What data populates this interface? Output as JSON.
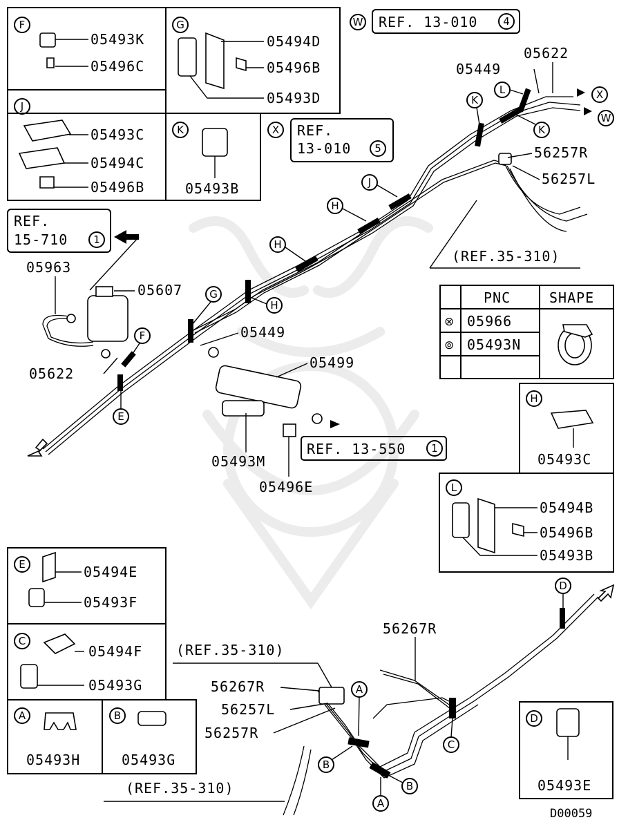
{
  "diagram_code": "D00059",
  "ref_boxes": {
    "w": {
      "marker": "W",
      "line1": "REF. 13-010",
      "circle": "4"
    },
    "x": {
      "marker": "X",
      "line1": "REF.",
      "line2": "13-010",
      "circle": "5"
    },
    "r15": {
      "line1": "REF.",
      "line2": "15-710",
      "circle": "1"
    },
    "r13_550": {
      "line1": "REF. 13-550",
      "circle": "1"
    }
  },
  "ref_35_310": "(REF.35-310)",
  "legend_table": {
    "headers": [
      "PNC",
      "SHAPE"
    ],
    "rows": [
      {
        "symbol": "⊗",
        "pnc": "05966"
      },
      {
        "symbol": "⊚",
        "pnc": "05493N"
      }
    ]
  },
  "inset_boxes": {
    "F": {
      "letter": "F",
      "parts": [
        "05493K",
        "05496C"
      ]
    },
    "G": {
      "letter": "G",
      "parts": [
        "05494D",
        "05496B",
        "05493D"
      ]
    },
    "J": {
      "letter": "J",
      "parts": [
        "05493C",
        "05494C",
        "05496B"
      ]
    },
    "K": {
      "letter": "K",
      "parts": [
        "05493B"
      ]
    },
    "H": {
      "letter": "H",
      "parts": [
        "05493C"
      ]
    },
    "L": {
      "letter": "L",
      "parts": [
        "05494B",
        "05496B",
        "05493B"
      ]
    },
    "E": {
      "letter": "E",
      "parts": [
        "05494E",
        "05493F"
      ]
    },
    "C": {
      "letter": "C",
      "parts": [
        "05494F",
        "05493G"
      ]
    },
    "A": {
      "letter": "A",
      "parts": [
        "05493H"
      ]
    },
    "B": {
      "letter": "B",
      "parts": [
        "05493G"
      ]
    },
    "D": {
      "letter": "D",
      "parts": [
        "05493E"
      ]
    }
  },
  "main_labels": {
    "p05622_top": "05622",
    "p05449_top": "05449",
    "p56257R_top": "56257R",
    "p56257L_top": "56257L",
    "p05963": "05963",
    "p05607": "05607",
    "p05449_mid": "05449",
    "p05499": "05499",
    "p05622_left": "05622",
    "p05493M": "05493M",
    "p05496E": "05496E",
    "p56267R_right": "56267R",
    "p56267R_left": "56267R",
    "p56257L_bot": "56257L",
    "p56257R_bot": "56257R"
  },
  "clip_callouts": [
    "L",
    "K",
    "K",
    "J",
    "H",
    "H",
    "H",
    "G",
    "F",
    "E",
    "X",
    "W",
    "A",
    "A",
    "B",
    "B",
    "C",
    "D"
  ]
}
